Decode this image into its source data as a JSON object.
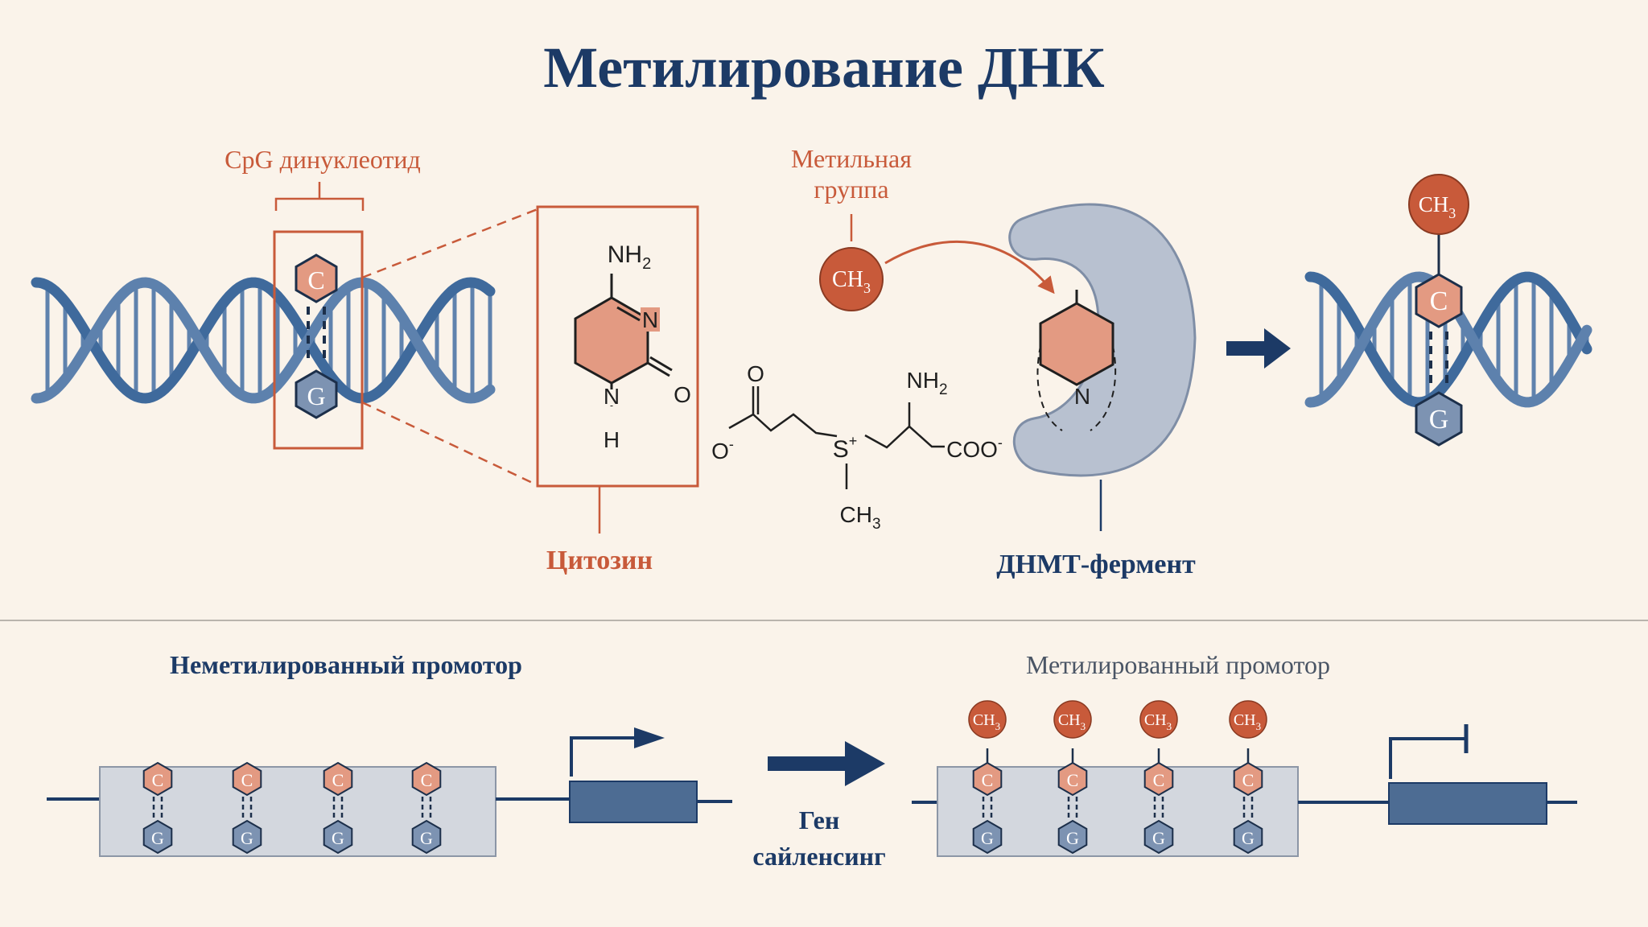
{
  "title": "Метилирование ДНК",
  "labels": {
    "cpg": "CpG динуклеотид",
    "cytosine": "Цитозин",
    "methyl_line1": "Метильная",
    "methyl_line2": "группа",
    "enzyme": "ДНМТ-фермент",
    "unmethylated": "Неметилированный промотор",
    "methylated": "Метилированный промотор",
    "silencing_line1": "Ген",
    "silencing_line2": "сайленсинг"
  },
  "bases": {
    "c": "C",
    "g": "G"
  },
  "chem": {
    "ch3_main": "CH",
    "ch3_sub": "3",
    "nh2_main": "NH",
    "nh2_sub": "2",
    "n": "N",
    "o": "O",
    "h": "H",
    "o_minus": "O",
    "minus": "-",
    "s": "S",
    "plus": "+",
    "coo": "COO"
  },
  "colors": {
    "background": "#faf3ea",
    "navy": "#1c3a66",
    "dna_blue": "#3f6a9c",
    "accent": "#c85a3a",
    "salmon": "#e39a82",
    "gray_blue": "#7d93b2",
    "enzyme_gray": "#b8c1d0",
    "promoter_box": "#d3d7de"
  }
}
